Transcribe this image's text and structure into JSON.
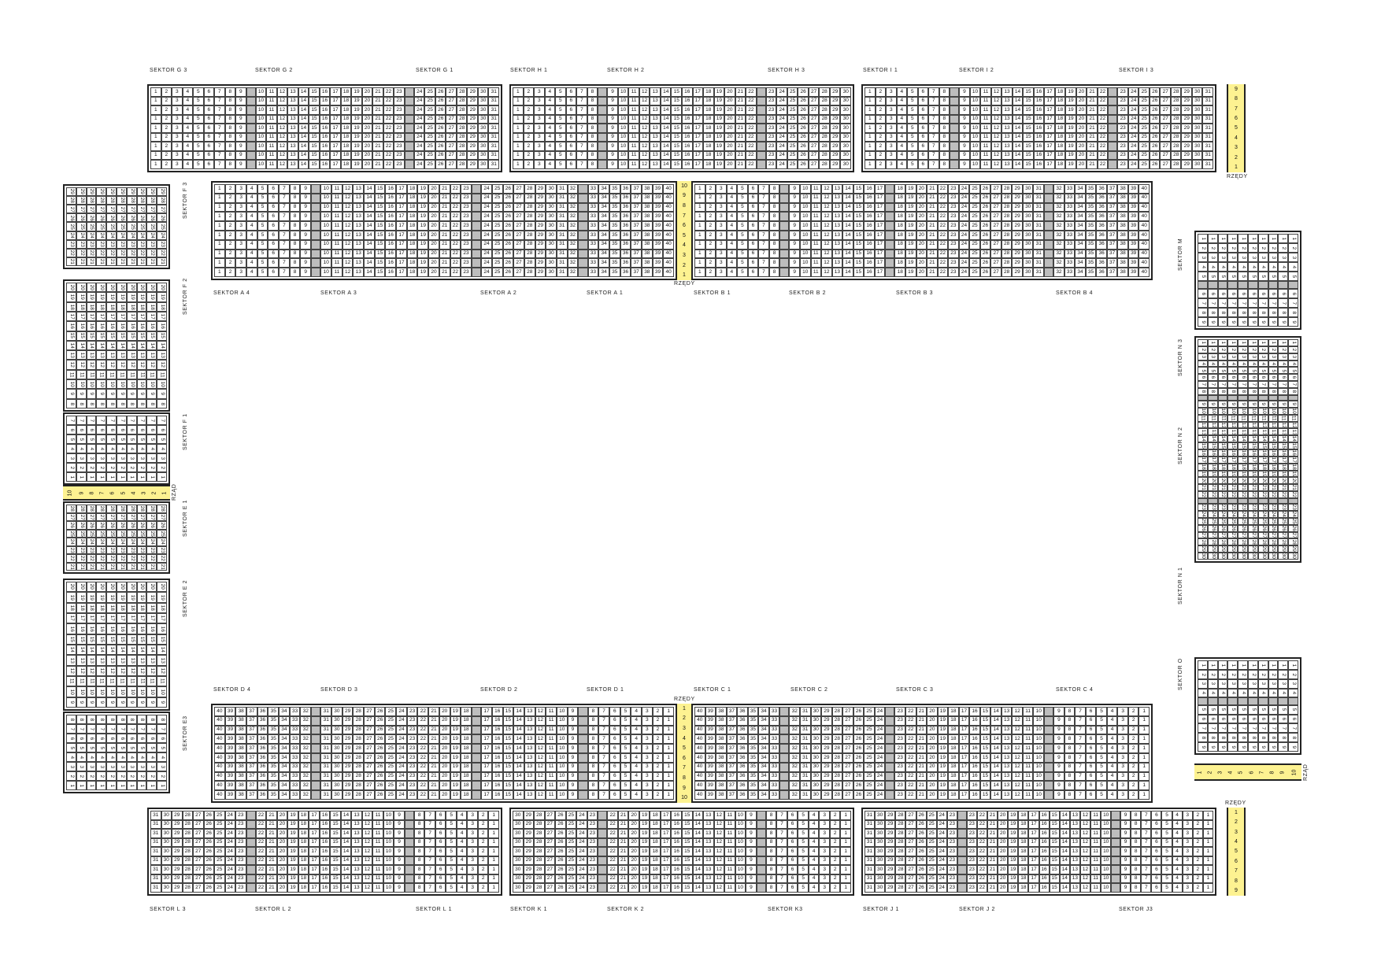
{
  "labels": {
    "top_g": [
      "SEKTOR G 3",
      "SEKTOR G 2",
      "SEKTOR G 1"
    ],
    "top_h": [
      "SEKTOR H 1",
      "SEKTOR H 2",
      "SEKTOR H 3"
    ],
    "top_i": [
      "SEKTOR I 1",
      "SEKTOR I 2",
      "SEKTOR I 3"
    ],
    "mid_a": [
      "SEKTOR A 4",
      "SEKTOR A 3",
      "SEKTOR A  2",
      "SEKTOR A 1"
    ],
    "mid_b": [
      "SEKTOR B 1",
      "SEKTOR B 2",
      "SEKTOR B 3",
      "SEKTOR B 4"
    ],
    "mid_d": [
      "SEKTOR D 4",
      "SEKTOR D 3",
      "SEKTOR D 2",
      "SEKTOR D  1"
    ],
    "mid_c": [
      "SEKTOR C 1",
      "SEKTOR C 2",
      "SEKTOR C 3",
      "SEKTOR C 4"
    ],
    "bot_l": [
      "SEKTOR L 3",
      "SEKTOR L 2",
      "SEKTOR L 1"
    ],
    "bot_k": [
      "SEKTOR K 1",
      "SEKTOR K 2",
      "SEKTOR K3"
    ],
    "bot_j": [
      "SEKTOR J 1",
      "SEKTOR J 2",
      "SEKTOR J3"
    ],
    "left": [
      "SEKTOR F 3",
      "SEKTOR F 2",
      "SEKTOR F 1",
      "SEKTOR E 1",
      "SEKTOR E 2",
      "SEKTOR E3"
    ],
    "right": [
      "SEKTOR M",
      "SEKTOR N 3",
      "SEKTOR N 2",
      "SEKTOR N 1",
      "SEKTOR O"
    ],
    "rzedy": "RZĘDY",
    "rzad": "RZĄD"
  },
  "rows_1_9": [
    "1",
    "2",
    "3",
    "4",
    "5",
    "6",
    "7",
    "8",
    "9"
  ],
  "rows_9_1": [
    "9",
    "8",
    "7",
    "6",
    "5",
    "4",
    "3",
    "2",
    "1"
  ],
  "rows_1_10": [
    "1",
    "2",
    "3",
    "4",
    "5",
    "6",
    "7",
    "8",
    "9",
    "10"
  ],
  "rows_10_1": [
    "10",
    "9",
    "8",
    "7",
    "6",
    "5",
    "4",
    "3",
    "2",
    "1"
  ],
  "seats": {
    "top_g": [
      [
        "1",
        "2",
        "3",
        "4",
        "5",
        "6",
        "7",
        "8",
        "9"
      ],
      [
        "10",
        "11",
        "12",
        "13",
        "14",
        "15",
        "16",
        "17",
        "18",
        "19",
        "20",
        "21",
        "22",
        "23"
      ],
      [
        "24",
        "25",
        "26",
        "27",
        "28",
        "29",
        "30",
        "31"
      ]
    ],
    "top_h": [
      [
        "1",
        "2",
        "3",
        "4",
        "5",
        "6",
        "7",
        "8"
      ],
      [
        "9",
        "10",
        "11",
        "12",
        "13",
        "14",
        "15",
        "16",
        "17",
        "18",
        "19",
        "20",
        "21",
        "22"
      ],
      [
        "23",
        "24",
        "25",
        "26",
        "27",
        "28",
        "29",
        "30"
      ]
    ],
    "top_i": [
      [
        "1",
        "2",
        "3",
        "4",
        "5",
        "6",
        "7",
        "8"
      ],
      [
        "9",
        "10",
        "11",
        "12",
        "13",
        "14",
        "15",
        "16",
        "17",
        "18",
        "19",
        "20",
        "21",
        "22"
      ],
      [
        "23",
        "24",
        "25",
        "26",
        "27",
        "28",
        "29",
        "30",
        "31"
      ]
    ],
    "mid_a": [
      [
        "1",
        "2",
        "3",
        "4",
        "5",
        "6",
        "7",
        "8",
        "9"
      ],
      [
        "10",
        "11",
        "12",
        "13",
        "14",
        "15",
        "16",
        "17",
        "18",
        "19",
        "20",
        "21",
        "22",
        "23"
      ],
      [
        "24",
        "25",
        "26",
        "27",
        "28",
        "29",
        "30",
        "31",
        "32"
      ],
      [
        "33",
        "34",
        "35",
        "36",
        "37",
        "38",
        "39",
        "40"
      ]
    ],
    "mid_b": [
      [
        "1",
        "2",
        "3",
        "4",
        "5",
        "6",
        "7",
        "8"
      ],
      [
        "9",
        "10",
        "11",
        "12",
        "13",
        "14",
        "15",
        "16",
        "17"
      ],
      [
        "18",
        "19",
        "20",
        "21",
        "22",
        "23",
        "24",
        "25",
        "26",
        "27",
        "28",
        "29",
        "30",
        "31"
      ],
      [
        "32",
        "33",
        "34",
        "35",
        "36",
        "37",
        "38",
        "39",
        "40"
      ]
    ],
    "mid_d": [
      [
        "40",
        "39",
        "38",
        "37",
        "36",
        "35",
        "34",
        "33",
        "32"
      ],
      [
        "31",
        "30",
        "29",
        "28",
        "27",
        "26",
        "25",
        "24",
        "23",
        "22",
        "21",
        "20",
        "19",
        "18"
      ],
      [
        "17",
        "16",
        "15",
        "14",
        "13",
        "12",
        "11",
        "10",
        "9"
      ],
      [
        "8",
        "7",
        "6",
        "5",
        "4",
        "3",
        "2",
        "1"
      ]
    ],
    "mid_c": [
      [
        "40",
        "39",
        "38",
        "37",
        "36",
        "35",
        "34",
        "33"
      ],
      [
        "32",
        "31",
        "30",
        "29",
        "28",
        "27",
        "26",
        "25",
        "24"
      ],
      [
        "23",
        "22",
        "21",
        "20",
        "19",
        "18",
        "17",
        "16",
        "15",
        "14",
        "13",
        "12",
        "11",
        "10"
      ],
      [
        "9",
        "8",
        "7",
        "6",
        "5",
        "4",
        "3",
        "2",
        "1"
      ]
    ],
    "bot_l": [
      [
        "31",
        "30",
        "29",
        "28",
        "27",
        "26",
        "25",
        "24",
        "23"
      ],
      [
        "22",
        "21",
        "20",
        "19",
        "18",
        "17",
        "16",
        "15",
        "14",
        "13",
        "12",
        "11",
        "10",
        "9"
      ],
      [
        "8",
        "7",
        "6",
        "5",
        "4",
        "3",
        "2",
        "1"
      ]
    ],
    "bot_k": [
      [
        "30",
        "29",
        "28",
        "27",
        "26",
        "25",
        "24",
        "23"
      ],
      [
        "22",
        "21",
        "20",
        "19",
        "18",
        "17",
        "16",
        "15",
        "14",
        "13",
        "12",
        "11",
        "10",
        "9"
      ],
      [
        "8",
        "7",
        "6",
        "5",
        "4",
        "3",
        "2",
        "1"
      ]
    ],
    "bot_j": [
      [
        "31",
        "30",
        "29",
        "28",
        "27",
        "26",
        "25",
        "24",
        "23"
      ],
      [
        "23",
        "22",
        "21",
        "20",
        "19",
        "18",
        "17",
        "16",
        "15",
        "14",
        "13",
        "12",
        "11",
        "10"
      ],
      [
        "9",
        "8",
        "7",
        "6",
        "5",
        "4",
        "3",
        "2",
        "1"
      ]
    ],
    "left": [
      [
        "29",
        "28",
        "27",
        "26",
        "25",
        "24",
        "23",
        "22",
        "21"
      ],
      [
        "20",
        "19",
        "18",
        "17",
        "16",
        "15",
        "14",
        "13",
        "12",
        "11",
        "10",
        "9",
        "8"
      ],
      [
        "7",
        "6",
        "5",
        "4",
        "3",
        "2",
        "1"
      ],
      [
        "28",
        "27",
        "26",
        "25",
        "24",
        "23",
        "22",
        "21"
      ],
      [
        "20",
        "19",
        "18",
        "17",
        "16",
        "15",
        "14",
        "13",
        "12",
        "11",
        "10",
        "9"
      ],
      [
        "8",
        "7",
        "6",
        "5",
        "4",
        "3",
        "2",
        "1"
      ]
    ],
    "right": [
      [
        "1",
        "2",
        "3",
        "4",
        "5"
      ],
      [
        "6",
        "7",
        "8",
        "9"
      ],
      [
        "1",
        "2",
        "3",
        "4",
        "5",
        "6",
        "7",
        "8"
      ],
      [
        "9",
        "10",
        "11",
        "12",
        "13",
        "14",
        "15",
        "16",
        "17",
        "18",
        "19",
        "20",
        "21",
        "22"
      ],
      [
        "23",
        "24",
        "25",
        "26",
        "27",
        "28",
        "29",
        "30"
      ],
      [
        "1",
        "2",
        "3",
        "4"
      ],
      [
        "5",
        "6",
        "7",
        "8",
        "9"
      ]
    ]
  },
  "colors": {
    "highlight": "#fdf291",
    "aisle": "#bdbdbd",
    "border": "#222222"
  }
}
